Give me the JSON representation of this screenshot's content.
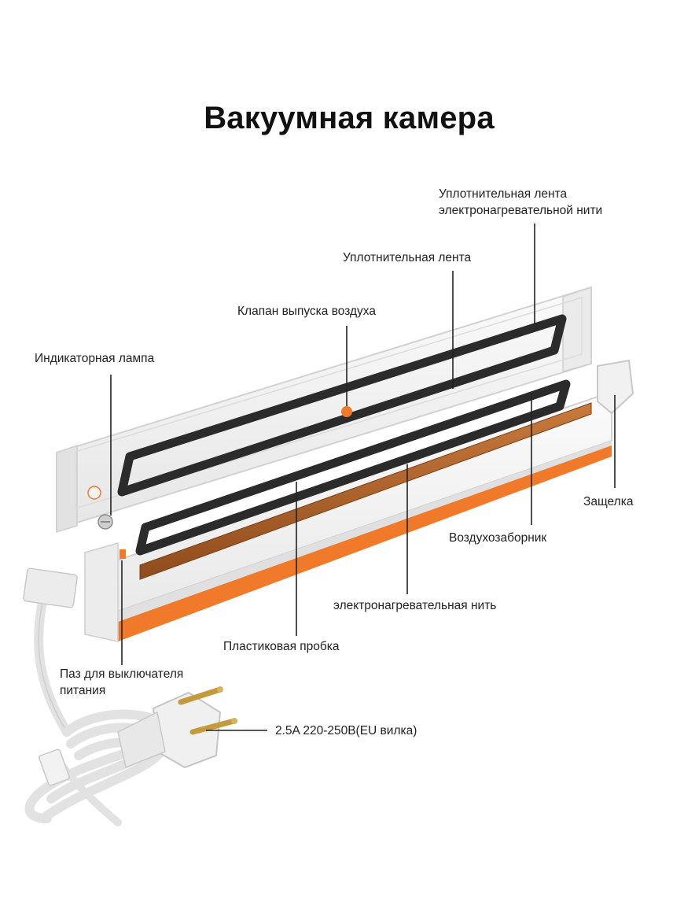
{
  "title": "Вакуумная камера",
  "labels": {
    "heating_wire_seal_tape": [
      "Уплотнительная лента",
      "электронагревательной нити"
    ],
    "seal_tape": "Уплотнительная лента",
    "air_release_valve": "Клапан выпуска воздуха",
    "indicator_lamp": "Индикаторная лампа",
    "latch": "Защелка",
    "air_intake": "Воздухозаборник",
    "heating_wire": "электронагревательная нить",
    "plastic_plug": "Пластиковая пробка",
    "power_switch_slot": [
      "Паз для выключателя",
      "питания"
    ],
    "plug_spec": "2.5A 220-250В(EU вилка)"
  },
  "colors": {
    "body": "#f4f4f4",
    "accent_orange": "#f07a2a",
    "gasket": "#2b2b2b",
    "heating_strip": "#b8672c",
    "leader_line": "#222222"
  }
}
